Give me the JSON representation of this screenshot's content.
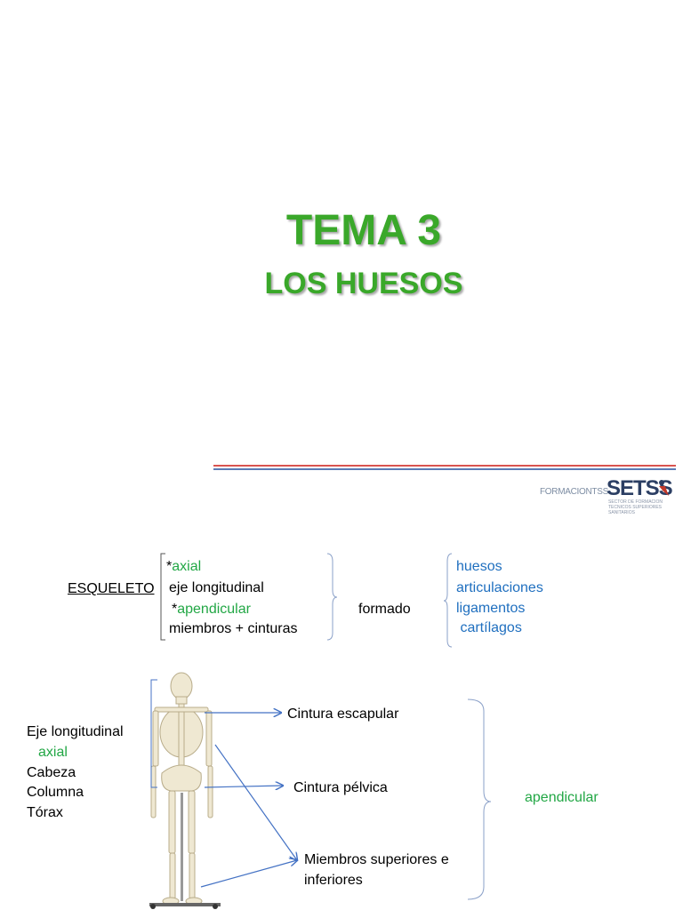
{
  "slide1": {
    "title": "TEMA 3",
    "subtitle": "LOS   HUESOS",
    "logo_left": "FORMACIONTSS",
    "logo_brand": "SETSS",
    "logo_sub1": "SECTOR DE FORMACION",
    "logo_sub2": "TECNICOS SUPERIORES SANITARIOS"
  },
  "slide2": {
    "esqueleto": "ESQUELETO",
    "left_block": {
      "star1": "*",
      "axial": "axial",
      "eje": "eje longitudinal",
      "star2": "*",
      "apendicular": "apendicular",
      "miembros": "miembros +  cinturas"
    },
    "formado": "formado",
    "components": [
      "huesos",
      "articulaciones",
      "ligamentos",
      " cartílagos"
    ],
    "diagram": {
      "eje_label": "Eje longitudinal",
      "axial_label": "axial",
      "axial_parts": [
        "Cabeza",
        "Columna",
        "Tórax"
      ],
      "cintura_escapular": "Cintura escapular",
      "cintura_pelvica": "Cintura pélvica",
      "miembros_line1": "Miembros superiores e",
      "miembros_line2": "inferiores",
      "apendicular": "apendicular"
    }
  },
  "colors": {
    "title_green": "#3aa82a",
    "text_green": "#22a745",
    "text_blue": "#1f6fbf",
    "arrow_blue": "#4472c4",
    "rule_red": "#d9534f",
    "rule_blue": "#5b7bb5"
  }
}
